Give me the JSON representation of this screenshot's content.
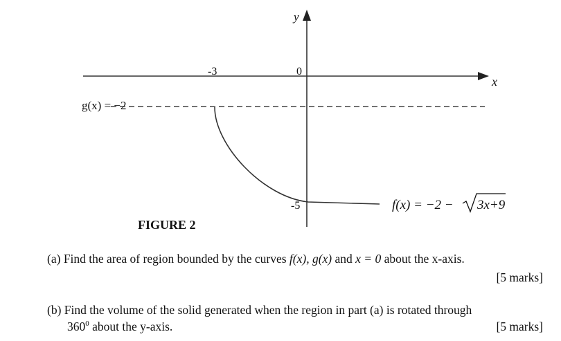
{
  "figure": {
    "caption": "FIGURE 2",
    "y_axis_label": "y",
    "x_axis_label": "x",
    "tick_minus3": "-3",
    "tick_zero": "0",
    "tick_minus5": "-5",
    "g_label": "g(x) = −2",
    "f_label_prefix": "f(x) = −2 − ",
    "f_label_radicand": "3x+9"
  },
  "questions": {
    "a": {
      "letter": "(a)",
      "text_before": "Find the area of region bounded by the curves",
      "math": "f(x), g(x)",
      "text_mid": "and",
      "math2": "x = 0",
      "text_after": "about the x-axis.",
      "marks": "[5 marks]"
    },
    "b": {
      "letter": "(b)",
      "line1": "Find the volume of the solid generated when the region in part (a) is rotated through",
      "degree_value": "360",
      "degree_sup": "0",
      "line2_rest": "about the y-axis.",
      "marks": "[5 marks]"
    }
  }
}
